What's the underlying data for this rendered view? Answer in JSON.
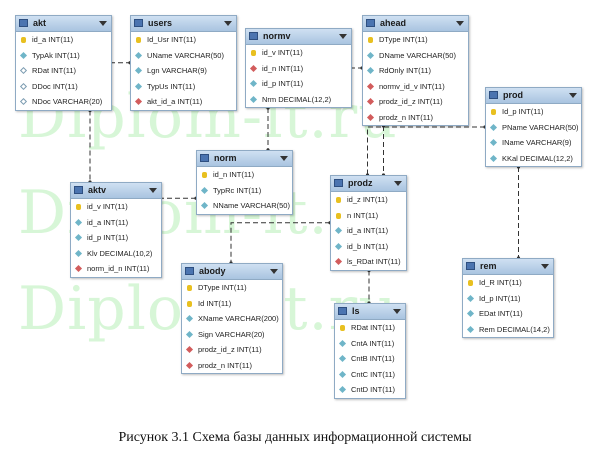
{
  "watermark": "Diplom-it.ru",
  "caption": "Рисунок 3.1 Схема базы данных информационной системы",
  "tables": [
    {
      "id": "akt",
      "name": "akt",
      "columns": [
        {
          "text": "id_a INT(11)",
          "icon": "key"
        },
        {
          "text": "TypAk INT(11)",
          "icon": "column"
        },
        {
          "text": "RDat INT(11)",
          "icon": "nullable"
        },
        {
          "text": "DDoc INT(11)",
          "icon": "nullable"
        },
        {
          "text": "NDoc VARCHAR(20)",
          "icon": "nullable"
        }
      ]
    },
    {
      "id": "users",
      "name": "users",
      "columns": [
        {
          "text": "Id_Usr INT(11)",
          "icon": "key"
        },
        {
          "text": "UName VARCHAR(50)",
          "icon": "column"
        },
        {
          "text": "Lgn VARCHAR(9)",
          "icon": "column"
        },
        {
          "text": "TypUs INT(11)",
          "icon": "column"
        },
        {
          "text": "akt_id_a INT(11)",
          "icon": "foreign-key"
        }
      ]
    },
    {
      "id": "normv",
      "name": "normv",
      "columns": [
        {
          "text": "id_v INT(11)",
          "icon": "key"
        },
        {
          "text": "id_n INT(11)",
          "icon": "foreign-key"
        },
        {
          "text": "id_p INT(11)",
          "icon": "column"
        },
        {
          "text": "Nrm DECIMAL(12,2)",
          "icon": "column"
        }
      ]
    },
    {
      "id": "ahead",
      "name": "ahead",
      "columns": [
        {
          "text": "DType INT(11)",
          "icon": "key"
        },
        {
          "text": "DName VARCHAR(50)",
          "icon": "column"
        },
        {
          "text": "RdOnly INT(11)",
          "icon": "column"
        },
        {
          "text": "normv_id_v INT(11)",
          "icon": "foreign-key"
        },
        {
          "text": "prodz_id_z INT(11)",
          "icon": "foreign-key"
        },
        {
          "text": "prodz_n INT(11)",
          "icon": "foreign-key"
        }
      ]
    },
    {
      "id": "prod",
      "name": "prod",
      "columns": [
        {
          "text": "Id_p INT(11)",
          "icon": "key"
        },
        {
          "text": "PName VARCHAR(50)",
          "icon": "column"
        },
        {
          "text": "IName VARCHAR(9)",
          "icon": "column"
        },
        {
          "text": "KKal DECIMAL(12,2)",
          "icon": "column"
        }
      ]
    },
    {
      "id": "norm",
      "name": "norm",
      "columns": [
        {
          "text": "id_n INT(11)",
          "icon": "key"
        },
        {
          "text": "TypRc INT(11)",
          "icon": "column"
        },
        {
          "text": "NName VARCHAR(50)",
          "icon": "column"
        }
      ]
    },
    {
      "id": "aktv",
      "name": "aktv",
      "columns": [
        {
          "text": "id_v INT(11)",
          "icon": "key"
        },
        {
          "text": "id_a INT(11)",
          "icon": "column"
        },
        {
          "text": "id_p INT(11)",
          "icon": "column"
        },
        {
          "text": "Klv DECIMAL(10,2)",
          "icon": "column"
        },
        {
          "text": "norm_id_n INT(11)",
          "icon": "foreign-key"
        }
      ]
    },
    {
      "id": "prodz",
      "name": "prodz",
      "columns": [
        {
          "text": "id_z INT(11)",
          "icon": "key"
        },
        {
          "text": "n INT(11)",
          "icon": "key"
        },
        {
          "text": "id_a INT(11)",
          "icon": "column"
        },
        {
          "text": "id_b INT(11)",
          "icon": "column"
        },
        {
          "text": "ls_RDat INT(11)",
          "icon": "foreign-key"
        }
      ]
    },
    {
      "id": "abody",
      "name": "abody",
      "columns": [
        {
          "text": "DType INT(11)",
          "icon": "key"
        },
        {
          "text": "Id INT(11)",
          "icon": "key"
        },
        {
          "text": "XName VARCHAR(200)",
          "icon": "column"
        },
        {
          "text": "Sign VARCHAR(20)",
          "icon": "column"
        },
        {
          "text": "prodz_id_z INT(11)",
          "icon": "foreign-key"
        },
        {
          "text": "prodz_n INT(11)",
          "icon": "foreign-key"
        }
      ]
    },
    {
      "id": "ls",
      "name": "ls",
      "columns": [
        {
          "text": "RDat INT(11)",
          "icon": "key"
        },
        {
          "text": "CntA INT(11)",
          "icon": "column"
        },
        {
          "text": "CntB INT(11)",
          "icon": "column"
        },
        {
          "text": "CntC INT(11)",
          "icon": "column"
        },
        {
          "text": "CntD INT(11)",
          "icon": "column"
        }
      ]
    },
    {
      "id": "rem",
      "name": "rem",
      "columns": [
        {
          "text": "Id_R INT(11)",
          "icon": "key"
        },
        {
          "text": "Id_p INT(11)",
          "icon": "column"
        },
        {
          "text": "EDat INT(11)",
          "icon": "column"
        },
        {
          "text": "Rem DECIMAL(14,2)",
          "icon": "column"
        }
      ]
    }
  ],
  "relationships": [
    {
      "from": "akt",
      "to": "users"
    },
    {
      "from": "akt",
      "to": "aktv"
    },
    {
      "from": "normv",
      "to": "norm"
    },
    {
      "from": "normv",
      "to": "ahead"
    },
    {
      "from": "ahead",
      "to": "prodz"
    },
    {
      "from": "prod",
      "to": "prodz"
    },
    {
      "from": "prod",
      "to": "rem"
    },
    {
      "from": "norm",
      "to": "aktv"
    },
    {
      "from": "prodz",
      "to": "abody"
    },
    {
      "from": "prodz",
      "to": "ls"
    }
  ]
}
